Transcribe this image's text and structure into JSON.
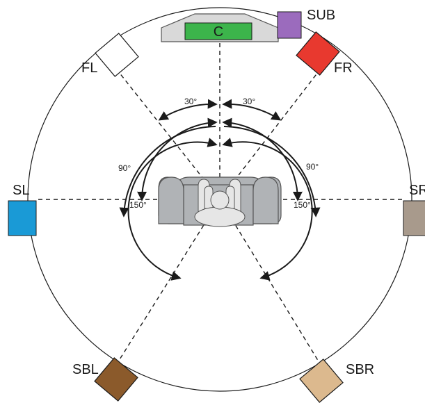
{
  "speakers": {
    "center": {
      "label": "C",
      "color": "#3cb44b"
    },
    "sub": {
      "label": "SUB",
      "color": "#9b6bbd"
    },
    "front_left": {
      "label": "FL",
      "color": "#ffffff"
    },
    "front_right": {
      "label": "FR",
      "color": "#e8392f"
    },
    "side_left": {
      "label": "SL",
      "color": "#1a9ad6"
    },
    "side_right": {
      "label": "SR",
      "color": "#a89a8c"
    },
    "side_back_left": {
      "label": "SBL",
      "color": "#8b5a2b"
    },
    "side_back_right": {
      "label": "SBR",
      "color": "#dcb98e"
    }
  },
  "angles": {
    "left_30": "30°",
    "right_30": "30°",
    "left_90": "90°",
    "right_90": "90°",
    "left_150": "150°",
    "right_150": "150°"
  },
  "colors": {
    "seat": "#b0b3b6",
    "seat_outline": "#555555",
    "line": "#1a1a1a",
    "center_cabinet": "#d9d9d9"
  }
}
